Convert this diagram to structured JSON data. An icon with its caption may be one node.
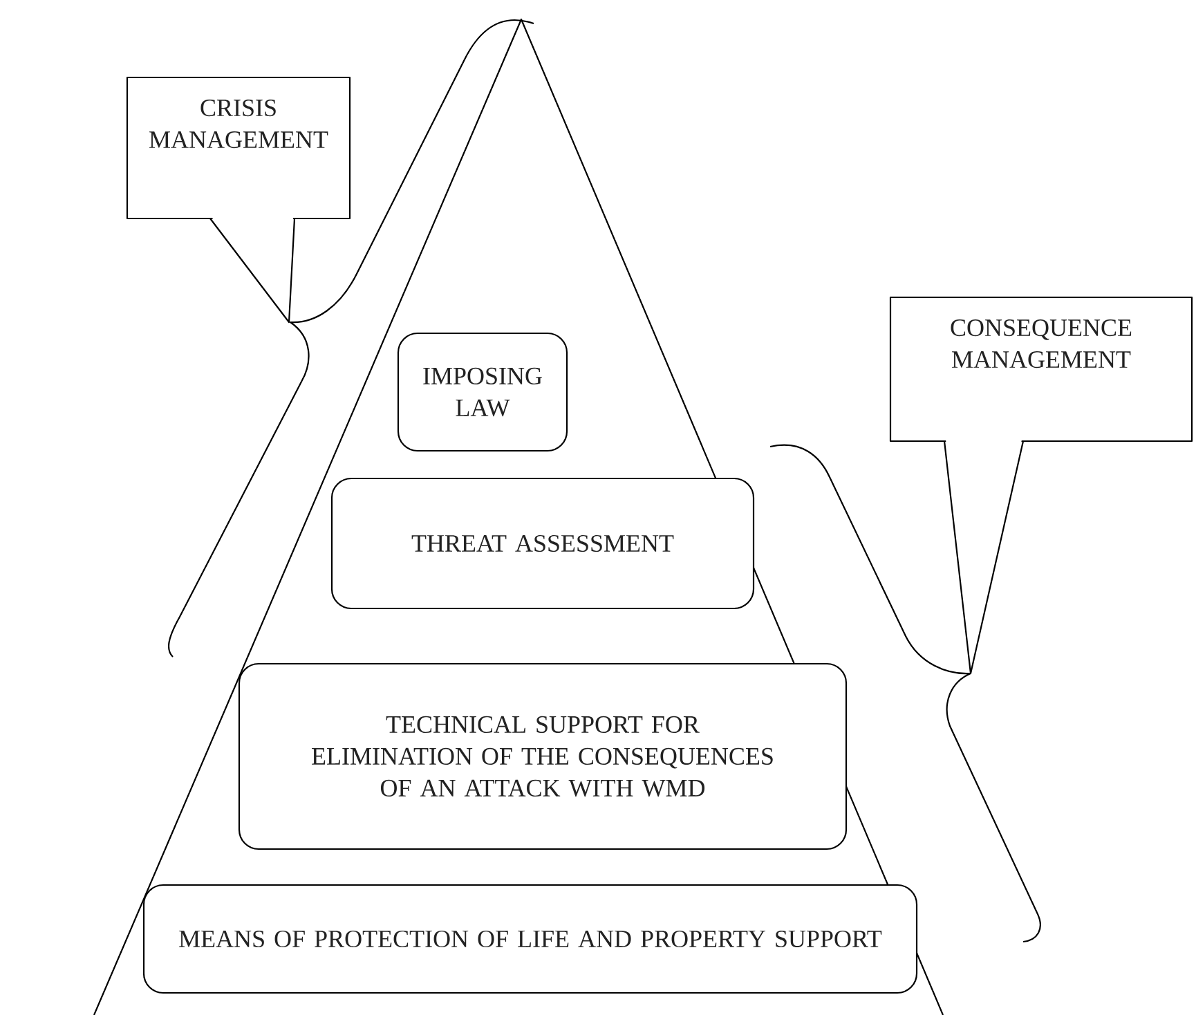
{
  "diagram": {
    "nodes": [
      {
        "text": [
          "CRISIS MANAGEMENT"
        ]
      },
      {
        "text": [
          "IMPOSING LAW"
        ]
      },
      {
        "text": [
          "THREAT ASSESSMENT"
        ]
      },
      {
        "text": [
          "TECHNICAL SUPPORT FOR ELIMINATION OF THE CONSEQUENCES OF AN ATTACK WITH WMD"
        ]
      },
      {
        "text": [
          "MEANS OF PROTECTION OF LIFE AND PROPERTY SUPPORT"
        ]
      },
      {
        "text": [
          "CONSEQUENCE MANAGEMENT"
        ]
      }
    ]
  }
}
